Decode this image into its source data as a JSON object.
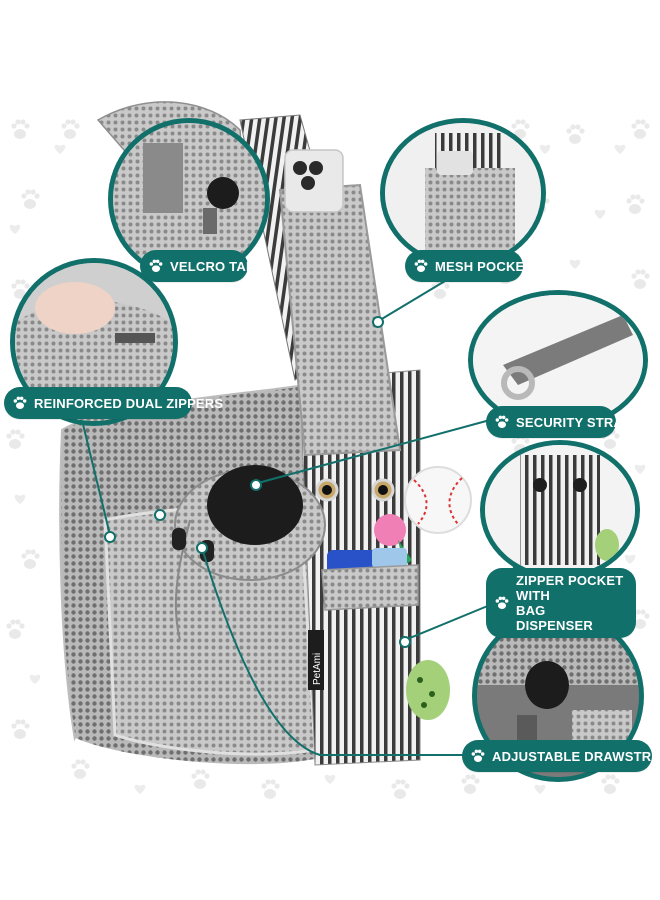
{
  "colors": {
    "accent": "#12706b",
    "label_text": "#ffffff",
    "background": "#ffffff",
    "paw_pattern": "#e6e6e6"
  },
  "brand": {
    "tag": "PetAmi"
  },
  "callouts": {
    "velcro_tape": "VELCRO TAPE",
    "mesh_pocket": "MESH POCKET",
    "reinforced_dual_zippers": "REINFORCED DUAL ZIPPERS",
    "security_strap": "SECURITY STRAP",
    "zipper_pocket_line1": "ZIPPER POCKET WITH",
    "zipper_pocket_line2": "BAG DISPENSER",
    "adjustable_drawstring": "ADJUSTABLE DRAWSTRING"
  },
  "icons": {
    "label_icon": "paw-icon",
    "background_pattern": [
      "paw-icon",
      "heart-icon"
    ]
  }
}
